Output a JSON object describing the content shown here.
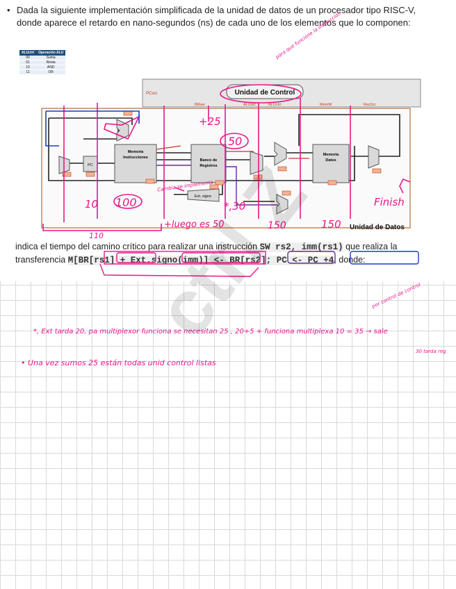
{
  "intro": {
    "bullet": "•",
    "text": "Dada la siguiente implementación simplificada de la unidad de datos de un procesador tipo RISC-V, donde aparece el retardo en nano-segundos (ns) de cada uno de los elementos que lo componen:"
  },
  "alu_table": {
    "headers": [
      "ALUctrl",
      "Operación ALU"
    ],
    "rows": [
      [
        "00",
        "Suma"
      ],
      [
        "01",
        "Resta"
      ],
      [
        "10",
        "AND"
      ],
      [
        "11",
        "OR"
      ]
    ]
  },
  "diagram": {
    "control_unit_label": "Unidad de Control",
    "data_unit_label": "Unidad de Datos",
    "pcsrc": "PCsrc",
    "signals": [
      "BRwe",
      "ALUsrc",
      "ALUctrl",
      "MemW",
      "ResSrc"
    ],
    "blocks": {
      "imem": "Memoria Instrucciones",
      "regfile": "Banco de Registros",
      "dmem": "Memoria Datos",
      "ext": "Ext. signo",
      "pc": "PC"
    }
  },
  "question": {
    "pre": "indica el tiempo del camino crítico para realizar una instrucción",
    "code1": "SW rs2, imm(rs1)",
    "mid": "que realiza la transferencia",
    "code2": "M[BR[rs1] + Ext.signo(imm)] <- BR[rs2]; PC <- PC +4",
    "post": ", donde:"
  },
  "annotations": {
    "plus25": "+25",
    "fifty": "50",
    "star30": "*,30",
    "ten": "10",
    "hundred": "100",
    "luego": "+luego es 50",
    "one50a": "150",
    "one50b": "150",
    "one10": "110",
    "finish": "Finish",
    "cambio": "Cambia se implementa",
    "top_note": "para que funcione la instrucción",
    "note1": "*, Ext tarda 20, pa multiplexor funciona se necesitan 25 , 20+5 + funciona multiplexa 10 = 35 → sale",
    "note1_small": "por control de control",
    "note1_side": "30 tarda reg",
    "note2": "• Una vez sumos 25 están todas unid control listas"
  },
  "watermark": "ctrl Z"
}
